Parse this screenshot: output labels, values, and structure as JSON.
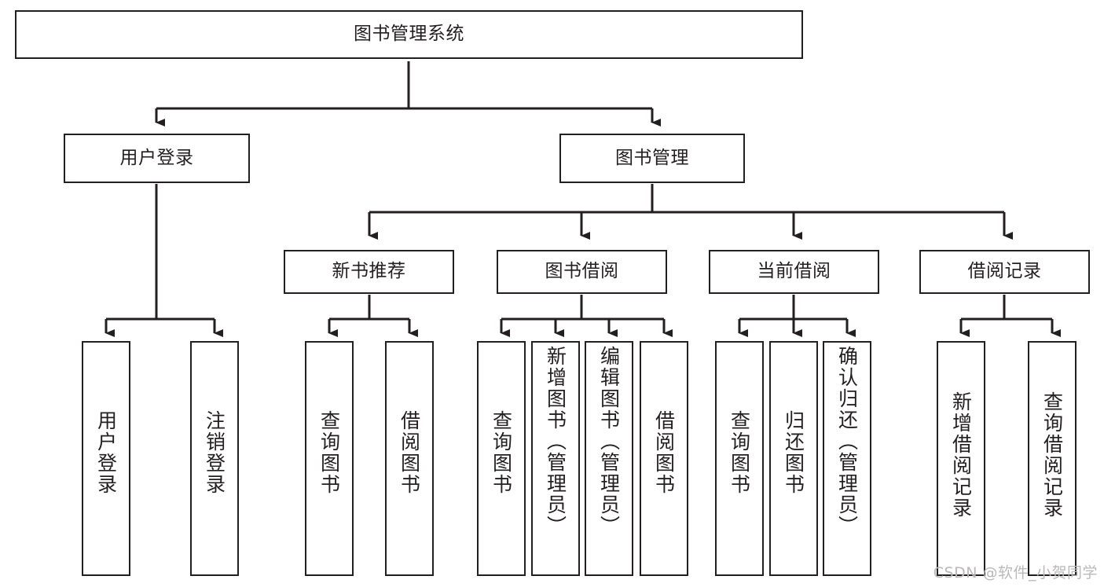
{
  "diagram": {
    "title": "图书管理系统",
    "type": "tree",
    "root": {
      "label": "图书管理系统"
    },
    "level2": [
      {
        "label": "用户登录"
      },
      {
        "label": "图书管理"
      }
    ],
    "level3": [
      {
        "label": "新书推荐"
      },
      {
        "label": "图书借阅"
      },
      {
        "label": "当前借阅"
      },
      {
        "label": "借阅记录"
      }
    ],
    "leaves": {
      "user_login": [
        {
          "label": "用户登录"
        },
        {
          "label": "注销登录"
        }
      ],
      "new_book_recommend": [
        {
          "label": "查询图书"
        },
        {
          "label": "借阅图书"
        }
      ],
      "book_borrow": [
        {
          "label": "查询图书"
        },
        {
          "label": "新增图书（管理员）"
        },
        {
          "label": "编辑图书（管理员）"
        },
        {
          "label": "借阅图书"
        }
      ],
      "current_borrow": [
        {
          "label": "查询图书"
        },
        {
          "label": "归还图书"
        },
        {
          "label": "确认归还（管理员）"
        }
      ],
      "borrow_records": [
        {
          "label": "新增借阅记录"
        },
        {
          "label": "查询借阅记录"
        }
      ]
    },
    "colors": {
      "stroke": "#231f20",
      "background": "#ffffff",
      "watermark": "#b9b9b9"
    }
  },
  "watermark": {
    "text": "CSDN @软件_小贺同学"
  }
}
